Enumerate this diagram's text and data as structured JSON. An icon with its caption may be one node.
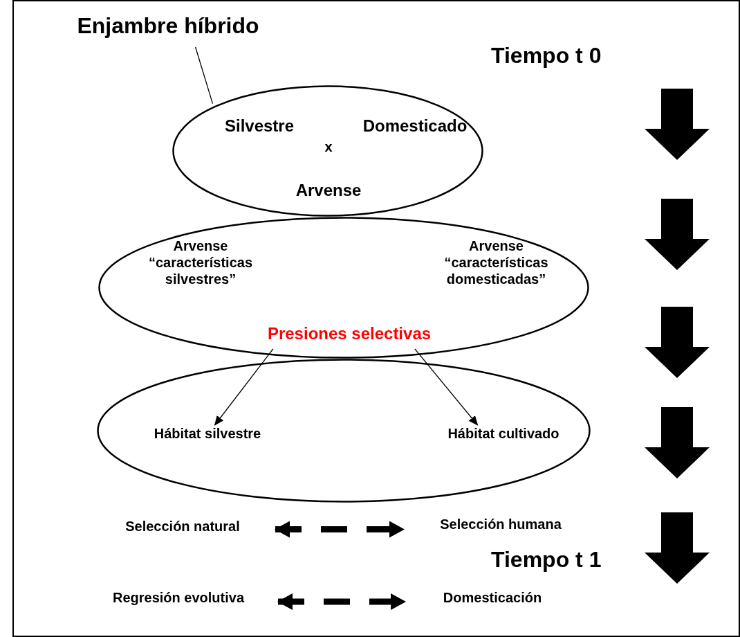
{
  "diagram": {
    "nodes": [
      {
        "text": [
          "Enjambre híbrido"
        ]
      },
      {
        "text": [
          "Silvestre",
          "x",
          "Domesticado",
          "Arvense"
        ]
      },
      {
        "text": [
          "Arvense “características silvestres”",
          "Arvense “características domesticadas”"
        ]
      },
      {
        "text": [
          "Presiones selectivas"
        ],
        "in": 2
      },
      {
        "text": [],
        "shape": "ellipse"
      },
      {
        "text": [
          "Hábitat silvestre"
        ],
        "in": 4
      },
      {
        "text": [
          "Hábitat cultivado"
        ],
        "in": 4
      },
      {
        "text": [
          "Selección natural"
        ]
      },
      {
        "text": [
          "Selección humana"
        ]
      },
      {
        "text": [
          "Regresión evolutiva"
        ]
      },
      {
        "text": [
          "Domesticación"
        ]
      }
    ],
    "edges": [
      {
        "from": 0,
        "to": 1,
        "arrow": "none"
      },
      {
        "from": 3,
        "to": 5,
        "arrow": "to"
      },
      {
        "from": 3,
        "to": 6,
        "arrow": "to"
      },
      {
        "from": 7,
        "to": 8,
        "arrow": "both",
        "style": "dashed"
      },
      {
        "from": 9,
        "to": 10,
        "arrow": "both",
        "style": "dashed"
      }
    ],
    "labels": [
      "Tiempo t 0",
      "Tiempo t 1"
    ]
  }
}
